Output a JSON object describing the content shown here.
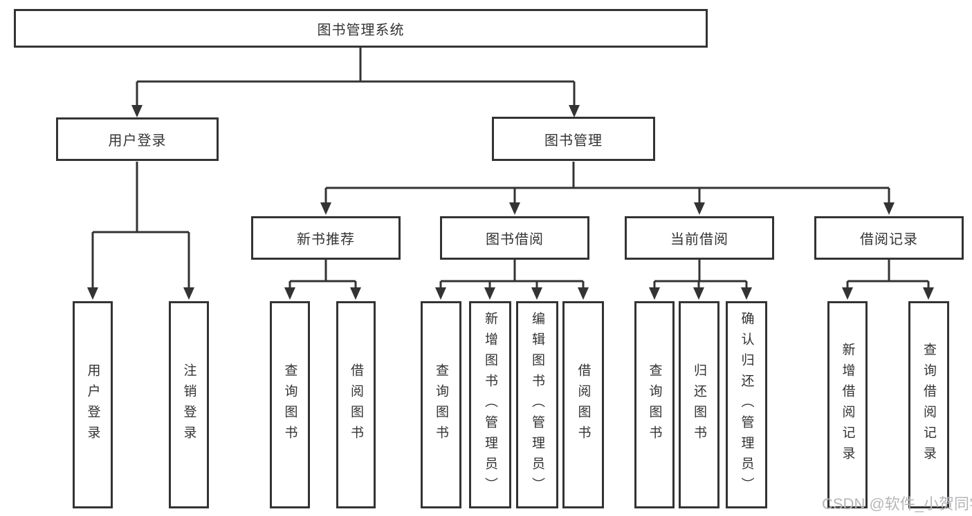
{
  "diagram": {
    "title": "图书管理系统",
    "type": "functional-structure-tree",
    "colors": {
      "line": "#333333",
      "box_border": "#333333",
      "box_fill": "#ffffff",
      "text": "#333333",
      "watermark_text": "#b6b6b9",
      "background": "#ffffff"
    },
    "nodes": {
      "root": {
        "label": "图书管理系统"
      },
      "user_login": {
        "label": "用户登录"
      },
      "book_management": {
        "label": "图书管理"
      },
      "new_book_recommend": {
        "label": "新书推荐"
      },
      "book_borrowing": {
        "label": "图书借阅"
      },
      "current_borrowing": {
        "label": "当前借阅"
      },
      "borrowing_records": {
        "label": "借阅记录"
      },
      "user_login_leaf": {
        "label": "用户登录"
      },
      "logout": {
        "label": "注销登录"
      },
      "query_books_recommend": {
        "label": "查询图书"
      },
      "borrow_books_recommend": {
        "label": "借阅图书"
      },
      "query_books_borrowing": {
        "label": "查询图书"
      },
      "add_books_admin": {
        "label": "新增图书（管理员）"
      },
      "edit_books_admin": {
        "label": "编辑图书（管理员）"
      },
      "borrow_books_borrowing": {
        "label": "借阅图书"
      },
      "query_books_current": {
        "label": "查询图书"
      },
      "return_books": {
        "label": "归还图书"
      },
      "confirm_return_admin": {
        "label": "确认归还（管理员）"
      },
      "add_borrow_record": {
        "label": "新增借阅记录"
      },
      "query_borrow_record": {
        "label": "查询借阅记录"
      }
    },
    "edges": [
      [
        "root",
        "user_login"
      ],
      [
        "root",
        "book_management"
      ],
      [
        "user_login",
        "user_login_leaf"
      ],
      [
        "user_login",
        "logout"
      ],
      [
        "book_management",
        "new_book_recommend"
      ],
      [
        "book_management",
        "book_borrowing"
      ],
      [
        "book_management",
        "current_borrowing"
      ],
      [
        "book_management",
        "borrowing_records"
      ],
      [
        "new_book_recommend",
        "query_books_recommend"
      ],
      [
        "new_book_recommend",
        "borrow_books_recommend"
      ],
      [
        "book_borrowing",
        "query_books_borrowing"
      ],
      [
        "book_borrowing",
        "add_books_admin"
      ],
      [
        "book_borrowing",
        "edit_books_admin"
      ],
      [
        "book_borrowing",
        "borrow_books_borrowing"
      ],
      [
        "current_borrowing",
        "query_books_current"
      ],
      [
        "current_borrowing",
        "return_books"
      ],
      [
        "current_borrowing",
        "confirm_return_admin"
      ],
      [
        "borrowing_records",
        "add_borrow_record"
      ],
      [
        "borrowing_records",
        "query_borrow_record"
      ]
    ],
    "watermark": "CSDN @软件_小贺同学"
  }
}
